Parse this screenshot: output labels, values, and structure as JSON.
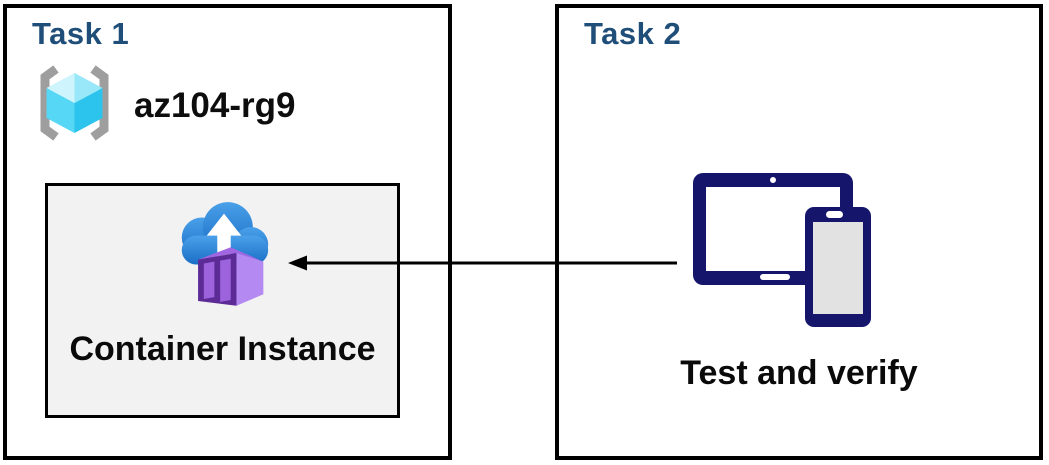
{
  "task1": {
    "title": "Task 1",
    "resource_group": {
      "name": "az104-rg9",
      "icon": "resource-group-icon"
    },
    "container_instance": {
      "label": "Container Instance",
      "icon": "container-instance-icon"
    }
  },
  "task2": {
    "title": "Task 2",
    "devices": {
      "label": "Test and verify",
      "icon": "tablet-and-phone-icon"
    }
  },
  "arrow": {
    "from": "tablet-and-phone-icon",
    "to": "container-instance-icon",
    "direction": "right-to-left",
    "style": "solid"
  },
  "colors": {
    "canvas_bg": "#ffffff",
    "box_border": "#000000",
    "inner_box_fill": "#f2f2f2",
    "title_blue": "#1f4e79",
    "device_navy": "#15156b",
    "arrow_black": "#000000",
    "rg_bracket_gray": "#9e9e9e",
    "rg_cube_cyan": "#2cc4ec",
    "aci_cloud_blue": "#2a7fd4",
    "aci_container_purple": "#5d2b96"
  }
}
